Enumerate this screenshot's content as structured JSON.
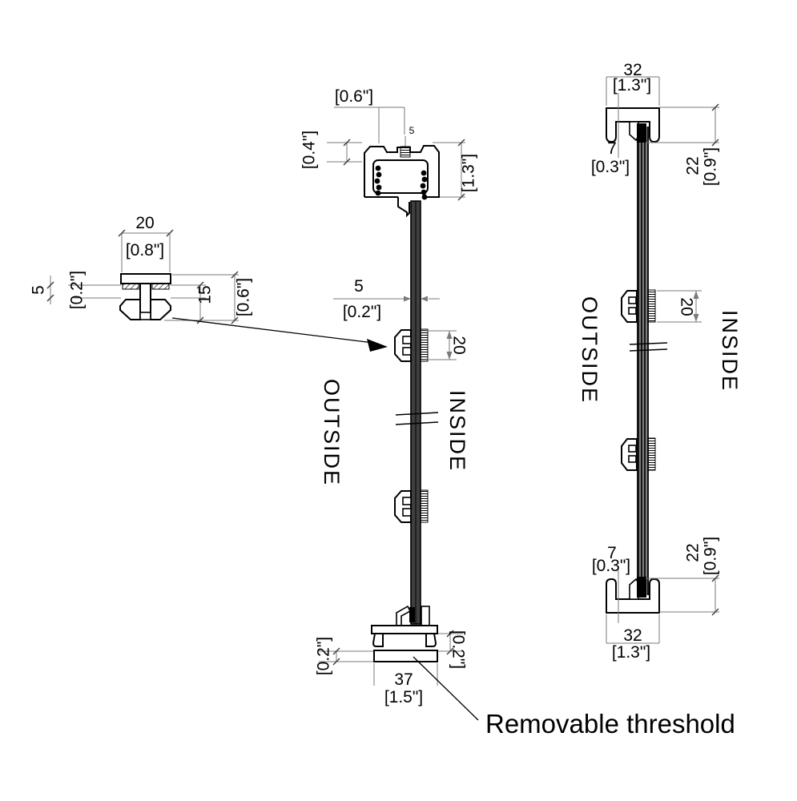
{
  "drawing": {
    "detail_view": {
      "width_mm": "20",
      "width_in": "[0.8\"]",
      "slot_mm": "5",
      "slot_in": "[0.2\"]",
      "height_mm": "15",
      "height_in": "[0.6\"]"
    },
    "main_section": {
      "head": {
        "slot_in": "[0.6\"]",
        "screw_mm": "5",
        "offset_in": "[0.4\"]",
        "height_in": "[1.3\"]"
      },
      "panel": {
        "thickness_mm": "5",
        "thickness_in": "[0.2\"]",
        "clip_mm": "20"
      },
      "outside_label": "OUTSIDE",
      "inside_label": "INSIDE",
      "sill": {
        "gap_left_in": "[0.2\"]",
        "gap_right_in": "[0.2\"]",
        "width_mm": "37",
        "width_in": "[1.5\"]"
      },
      "threshold_callout": "Removable threshold"
    },
    "side_section": {
      "top": {
        "width_mm": "32",
        "width_in": "[1.3\"]",
        "offset_mm": "7",
        "offset_in": "[0.3\"]",
        "depth_mm": "22",
        "depth_in": "[0.9\"]"
      },
      "middle": {
        "clip_mm": "20"
      },
      "outside_label": "OUTSIDE",
      "inside_label": "INSIDE",
      "bottom": {
        "offset_mm": "7",
        "offset_in": "[0.3\"]",
        "depth_mm": "22",
        "depth_in": "[0.9\"]",
        "width_mm": "32",
        "width_in": "[1.3\"]"
      }
    },
    "colors": {
      "line": "#000000",
      "dim_line": "#7a7a7a",
      "panel_fill": "#3f3f3f"
    }
  }
}
